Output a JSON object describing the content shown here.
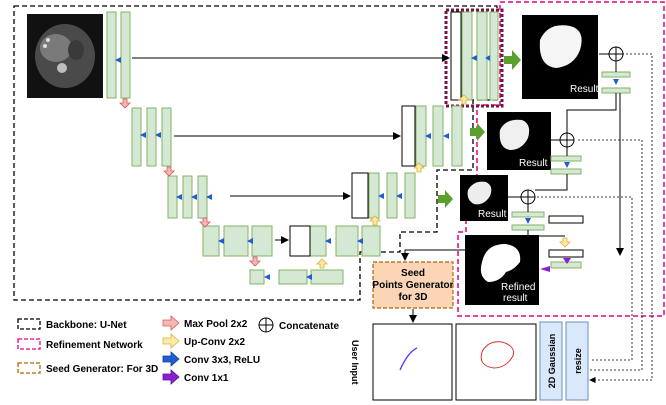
{
  "diagram": {
    "result_labels": [
      "Result",
      "Result",
      "Result"
    ],
    "refined_result": [
      "Refined",
      "result"
    ],
    "seed_generator_box": [
      "Seed",
      "Points Generator",
      "for 3D"
    ],
    "user_input": "User Input",
    "gaussian_box": "2D Gaussian",
    "resize_box": "resize",
    "concatenate_label": "Concatenate"
  },
  "legend": {
    "backbone": "Backbone: U-Net",
    "refinement": "Refinement Network",
    "seed": "Seed Generator: For 3D",
    "ops": [
      {
        "label": "Max Pool 2x2",
        "color": "#f4b6b6",
        "stroke": "#d65c5c"
      },
      {
        "label": "Up-Conv 2x2",
        "color": "#fde9a8",
        "stroke": "#d9b23a"
      },
      {
        "label": "Conv 3x3, ReLU",
        "color": "#1f5fd1",
        "stroke": "#123f91"
      },
      {
        "label": "Conv 1x1",
        "color": "#8a1fd1",
        "stroke": "#5a1291"
      }
    ]
  },
  "colors": {
    "feature_map": "#d5e8d4",
    "feature_map_stroke": "#82b366",
    "seed_box": "#fbd5b5",
    "side_box": "#dae8fc",
    "refinement_border": "#e6007e",
    "green_arrow": "#5aa02c"
  }
}
